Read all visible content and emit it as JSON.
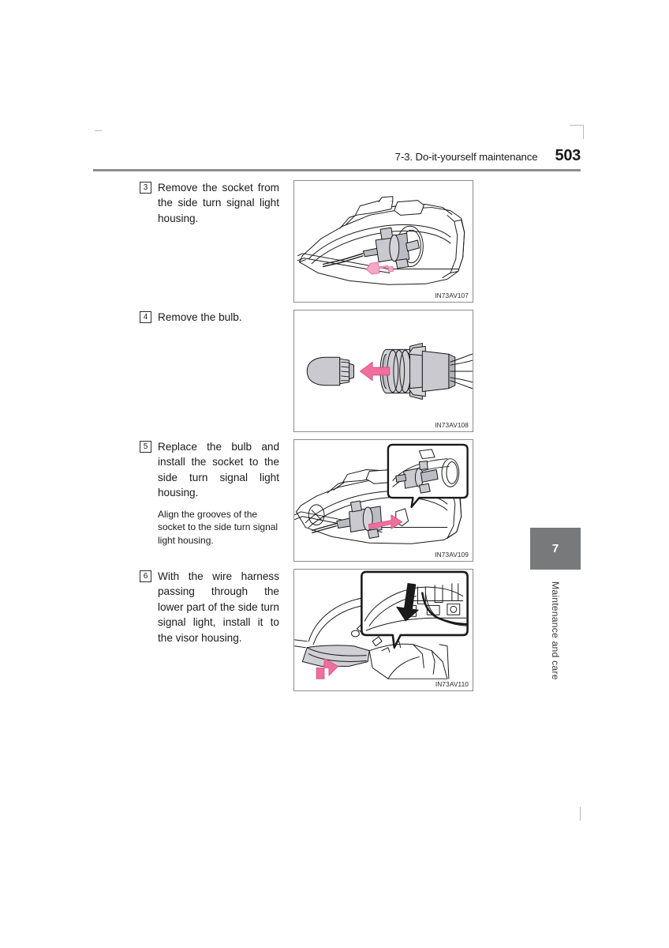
{
  "header": {
    "section": "7-3. Do-it-yourself maintenance",
    "page_number": "503"
  },
  "side_tab": {
    "chapter_number": "7",
    "chapter_title": "Maintenance and care",
    "tab_color": "#77797b"
  },
  "colors": {
    "arrow_pink": "#ef6f9c",
    "arrow_pink_light": "#f4a8c3",
    "part_gray": "#c9c9cf",
    "part_gray_dark": "#a9a9b2",
    "rule_gray": "#8d8d8d",
    "text_black": "#1a1a1a"
  },
  "steps": [
    {
      "number": "3",
      "text": "Remove the socket from the side turn signal light housing.",
      "note": null,
      "figure_code": "IN73AV107",
      "figure_name": "socket-removal-illustration"
    },
    {
      "number": "4",
      "text": "Remove the bulb.",
      "note": null,
      "figure_code": "IN73AV108",
      "figure_name": "bulb-removal-illustration"
    },
    {
      "number": "5",
      "text": "Replace the bulb and install the socket to the side turn signal light housing.",
      "note": "Align the grooves of the socket to the side turn signal light housing.",
      "figure_code": "IN73AV109",
      "figure_name": "socket-install-illustration"
    },
    {
      "number": "6",
      "text": "With the wire harness passing through the lower part of the side turn signal light, install it to the visor housing.",
      "note": null,
      "figure_code": "IN73AV110",
      "figure_name": "visor-housing-install-illustration"
    }
  ]
}
